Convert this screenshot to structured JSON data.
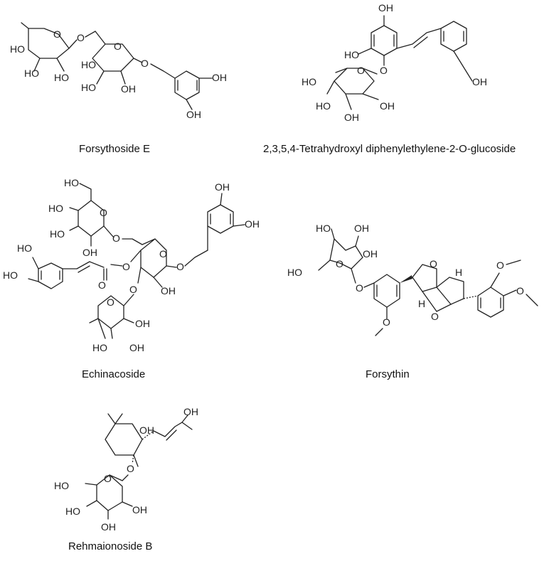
{
  "compounds": [
    {
      "id": "forsythoside-e",
      "caption": "Forsythoside E"
    },
    {
      "id": "tetrahydroxyl-stilbene-glucoside",
      "caption": "2,3,5,4-Tetrahydroxyl diphenylethylene-2-O-glucoside"
    },
    {
      "id": "echinacoside",
      "caption": "Echinacoside"
    },
    {
      "id": "forsythin",
      "caption": "Forsythin"
    },
    {
      "id": "rehmaionoside-b",
      "caption": "Rehmaionoside B"
    }
  ],
  "atom_labels": {
    "hydroxyl": "HO",
    "hydroxyl_right": "OH",
    "oxygen": "O",
    "hydrogen": "H"
  },
  "colors": {
    "ink": "#222222",
    "background": "#ffffff"
  }
}
